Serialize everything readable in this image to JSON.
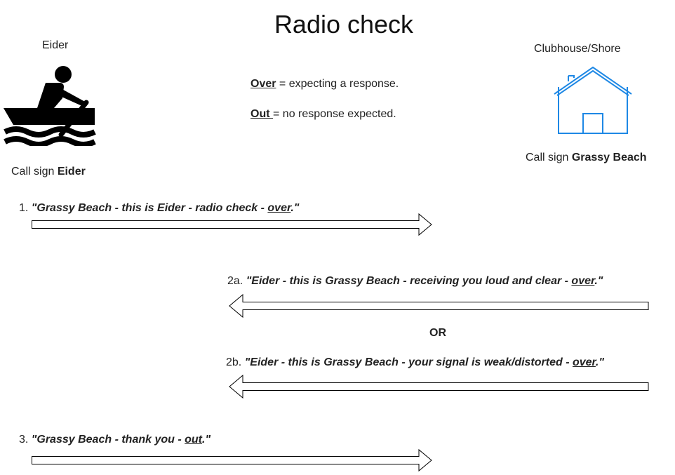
{
  "title": "Radio check",
  "boat": {
    "name": "Eider",
    "icon": "rowboat-icon",
    "callsign_prefix": "Call sign ",
    "callsign": "Eider"
  },
  "shore": {
    "name": "Clubhouse/Shore",
    "icon": "house-icon",
    "icon_color": "#1e88e5",
    "callsign_prefix": "Call sign ",
    "callsign": "Grassy Beach"
  },
  "legend": [
    {
      "key": "Over",
      "text": " = expecting a response."
    },
    {
      "key": "Out ",
      "text": "= no response expected."
    }
  ],
  "messages": [
    {
      "num": "1. ",
      "pre": "\"Grassy Beach - this is Eider - radio check - ",
      "keyword": "over",
      "post": ".\"",
      "direction": "right"
    },
    {
      "num": "2a. ",
      "pre": "\"Eider - this is Grassy Beach - receiving you loud and clear - ",
      "keyword": "over",
      "post": ".\"",
      "direction": "left"
    },
    {
      "num": "2b. ",
      "pre": "\"Eider - this is Grassy Beach - your signal is weak/distorted - ",
      "keyword": "over",
      "post": ".\"",
      "direction": "left"
    },
    {
      "num": "3. ",
      "pre": "\"Grassy Beach - thank you - ",
      "keyword": "out",
      "post": ".\"",
      "direction": "right"
    }
  ],
  "or_label": "OR"
}
